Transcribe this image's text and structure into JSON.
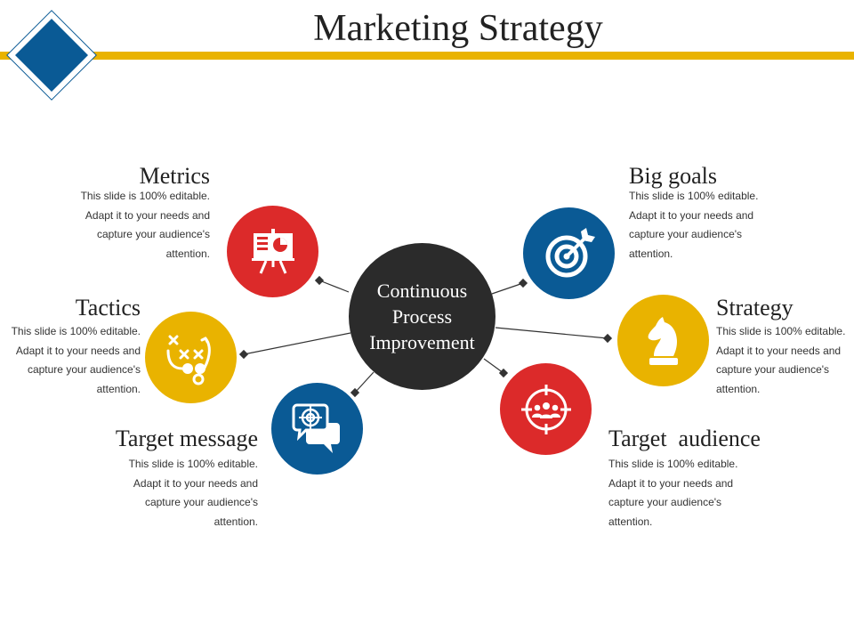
{
  "title": "Marketing Strategy",
  "center": {
    "line1": "Continuous",
    "line2": "Process",
    "line3": "Improvement"
  },
  "colors": {
    "red": "#dc2a2a",
    "blue": "#0a5a95",
    "yellow": "#e9b300",
    "dark": "#2b2b2b",
    "bar": "#e9b300"
  },
  "items": {
    "metrics": {
      "title": "Metrics",
      "lines": [
        "This slide is 100% editable.",
        "Adapt it to your needs and",
        "capture your audience's",
        "attention."
      ],
      "icon": "presentation-board-icon"
    },
    "tactics": {
      "title": "Tactics",
      "lines": [
        "This slide is 100% editable.",
        "Adapt it to your needs and",
        "capture your audience's",
        "attention."
      ],
      "icon": "play-diagram-icon"
    },
    "target_message": {
      "title": "Target message",
      "lines": [
        "This slide is 100% editable.",
        "Adapt it to your needs and",
        "capture your audience's",
        "attention."
      ],
      "icon": "target-speech-bubble-icon"
    },
    "big_goals": {
      "title": "Big goals",
      "lines": [
        "This slide is 100% editable.",
        "Adapt it to your needs and",
        "capture your audience's",
        "attention."
      ],
      "icon": "bullseye-arrow-icon"
    },
    "strategy": {
      "title": "Strategy",
      "lines": [
        "This slide is 100% editable.",
        "Adapt it to your needs and",
        "capture your audience's",
        "attention."
      ],
      "icon": "chess-knight-icon"
    },
    "target_audience": {
      "title": "Target  audience",
      "lines": [
        "This slide is 100% editable.",
        "Adapt it to your needs and",
        "capture your audience's",
        "attention."
      ],
      "icon": "audience-crosshair-icon"
    }
  }
}
